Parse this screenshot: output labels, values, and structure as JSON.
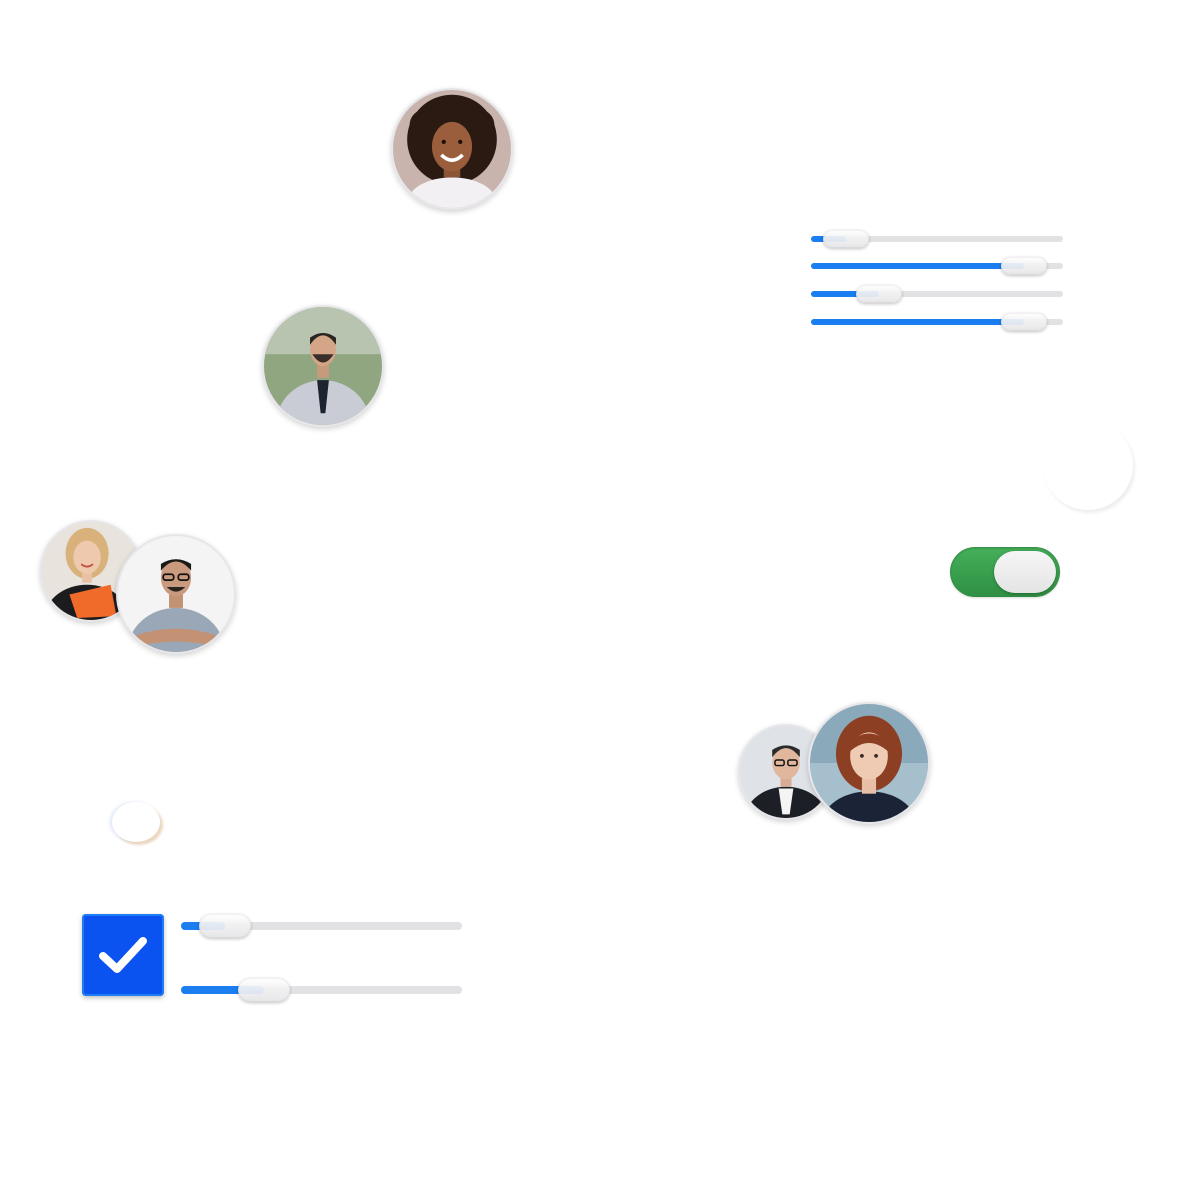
{
  "avatars": [
    {
      "name": "avatar-woman-curly-hair"
    },
    {
      "name": "avatar-man-gray-suit"
    },
    {
      "name": "avatar-woman-blonde-orange"
    },
    {
      "name": "avatar-man-glasses-tshirt"
    },
    {
      "name": "avatar-man-glasses-suit"
    },
    {
      "name": "avatar-woman-red-hair"
    }
  ],
  "sliders": [
    {
      "value_percent": 6
    },
    {
      "value_percent": 92
    },
    {
      "value_percent": 22
    },
    {
      "value_percent": 92
    },
    {
      "value_percent": 8
    },
    {
      "value_percent": 25
    }
  ],
  "toggle": {
    "state": "on",
    "color": "#3aa14f"
  },
  "checkbox": {
    "checked": true,
    "color": "#0a53f0"
  },
  "colors": {
    "accent": "#1a7df0",
    "track": "#e2e2e4"
  }
}
